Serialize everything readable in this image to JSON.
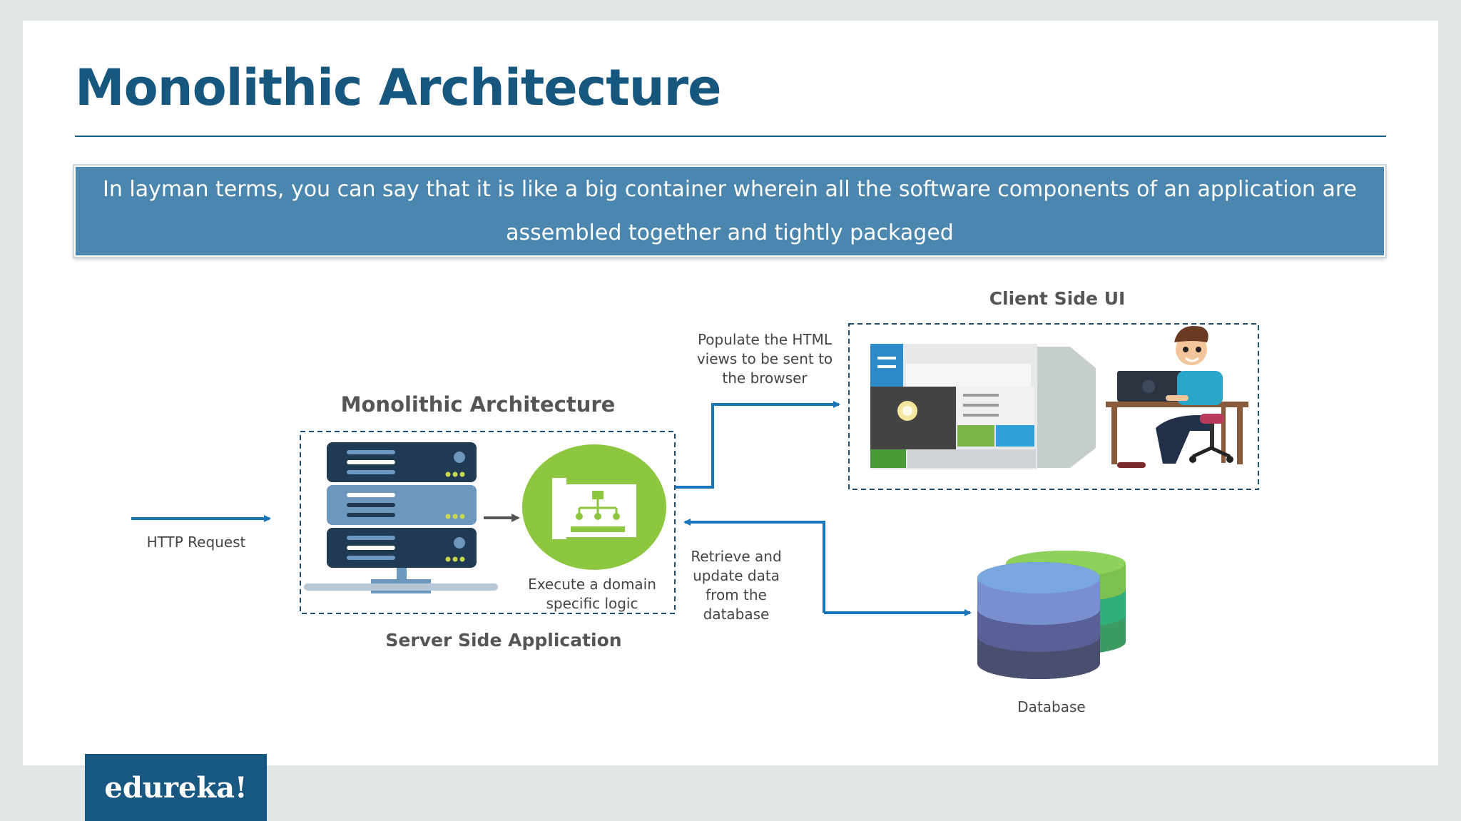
{
  "slide": {
    "title": "Monolithic Architecture",
    "banner_text": "In layman terms, you can say that it is like a big container wherein all the software components of an application are assembled together and tightly packaged"
  },
  "diagram": {
    "monolith_heading": "Monolithic Architecture",
    "server_caption": "Server Side Application",
    "client_heading": "Client Side UI",
    "http_request": "HTTP Request",
    "logic_caption": "Execute a domain specific logic",
    "populate_caption": "Populate the HTML views to be sent to the browser",
    "retrieve_caption": "Retrieve and update data from the database",
    "database_caption": "Database"
  },
  "brand": {
    "logo_text": "edureka!"
  },
  "colors": {
    "title": "#17577e",
    "banner": "#4a86ad",
    "arrow": "#1b75bb",
    "server_dark": "#1f3a52",
    "server_mid": "#6d97bd",
    "logic_green": "#8dc63f",
    "db_top": "#7aa7de",
    "db_mid": "#6b6fb0",
    "db_bottom": "#3a3f5c",
    "db_back": "#4caf50"
  },
  "icons": [
    "server-icon",
    "logic-icon",
    "browser-screenshot-icon",
    "developer-icon",
    "database-icon"
  ]
}
